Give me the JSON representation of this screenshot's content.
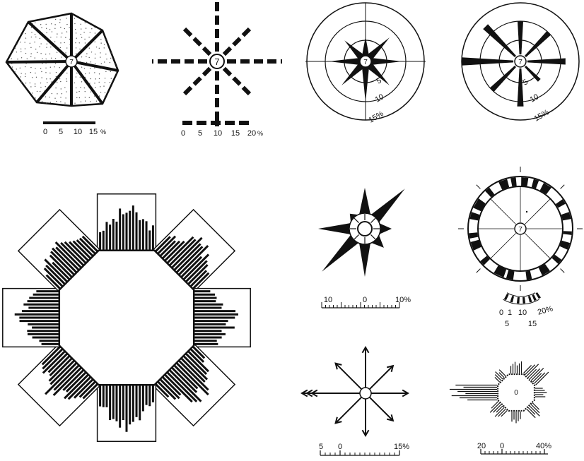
{
  "center_symbol": "7",
  "colors": {
    "ink": "#111111",
    "paper": "#ffffff",
    "dots": "#555555"
  },
  "d1": {
    "scale_ticks": [
      "0",
      "5",
      "10",
      "15"
    ],
    "scale_unit": "%"
  },
  "d2": {
    "scale_ticks": [
      "0",
      "5",
      "10",
      "15",
      "20"
    ],
    "scale_unit": "%"
  },
  "d3": {
    "ring_labels": [
      "5",
      "10",
      "15%"
    ]
  },
  "d4": {
    "ring_labels": [
      "5",
      "10",
      "15%"
    ]
  },
  "d6": {
    "scale_labels": [
      "10",
      "0",
      "10%"
    ]
  },
  "d7": {
    "scale_top": [
      "0",
      "1",
      "10",
      "20%"
    ],
    "scale_bottom": [
      "5",
      "15"
    ]
  },
  "d8": {
    "scale_labels": [
      "5",
      "0",
      "15%"
    ]
  },
  "d9": {
    "center_label": "0",
    "scale_labels": [
      "20",
      "0",
      "40%"
    ]
  }
}
